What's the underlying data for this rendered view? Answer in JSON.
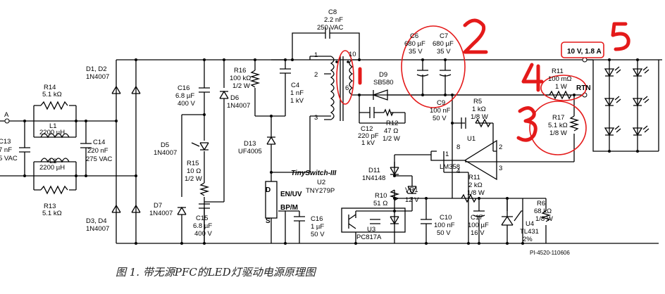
{
  "caption": "图 1. 带无源PFC的LED灯驱动电源原理图",
  "doc_id": "PI-4520-110606",
  "output_spec": "10 V, 1.8 A",
  "rtn_label": "RTN",
  "input_node": "A",
  "annotations": {
    "n1": "1",
    "n2": "2",
    "n3": "3",
    "n4": "4",
    "n5": "5"
  },
  "colors": {
    "annotation": "#e41a1a",
    "wire": "#000000"
  },
  "components": {
    "C8": {
      "ref": "C8",
      "v1": "2.2 nF",
      "v2": "250 VAC"
    },
    "R14": {
      "ref": "R14",
      "v1": "5.1 kΩ"
    },
    "L1": {
      "ref": "L1",
      "v1": "2200 µH"
    },
    "L2": {
      "ref": "L2",
      "v1": "2200 µH"
    },
    "R13": {
      "ref": "R13",
      "v1": "5.1 kΩ"
    },
    "C13": {
      "ref": "C13",
      "v1": "7 nF",
      "v2": "5 VAC"
    },
    "C14": {
      "ref": "C14",
      "v1": "220 nF",
      "v2": "275 VAC"
    },
    "D1D2": {
      "ref": "D1, D2",
      "v1": "1N4007"
    },
    "D3D4": {
      "ref": "D3, D4",
      "v1": "1N4007"
    },
    "C16a": {
      "ref": "C16",
      "v1": "6.8 µF",
      "v2": "400 V"
    },
    "D6": {
      "ref": "D6",
      "v1": "1N4007"
    },
    "D5": {
      "ref": "D5",
      "v1": "1N4007"
    },
    "R15": {
      "ref": "R15",
      "v1": "10 Ω",
      "v2": "1/2 W"
    },
    "D7": {
      "ref": "D7",
      "v1": "1N4007"
    },
    "C15": {
      "ref": "C15",
      "v1": "6.8 µF",
      "v2": "400 V"
    },
    "R16": {
      "ref": "R16",
      "v1": "100 kΩ",
      "v2": "1/2 W"
    },
    "C4": {
      "ref": "C4",
      "v1": "1 nF",
      "v2": "1 kV"
    },
    "D13": {
      "ref": "D13",
      "v1": "UF4005"
    },
    "T1pins": {
      "p1": "1",
      "p2": "2",
      "p3": "3",
      "p6": "6",
      "p10": "10"
    },
    "D9": {
      "ref": "D9",
      "v1": "SB580"
    },
    "C12": {
      "ref": "C12",
      "v1": "220 pF",
      "v2": "1 kV"
    },
    "R12": {
      "ref": "R12",
      "v1": "47 Ω",
      "v2": "1/2 W"
    },
    "C6": {
      "ref": "C6",
      "v1": "680 µF",
      "v2": "35 V"
    },
    "C7": {
      "ref": "C7",
      "v1": "680 µF",
      "v2": "35 V"
    },
    "C9": {
      "ref": "C9",
      "v1": "100 nF",
      "v2": "50 V"
    },
    "R5": {
      "ref": "R5",
      "v1": "1 kΩ",
      "v2": "1/8 W"
    },
    "R11a": {
      "ref": "R11",
      "v1": "100 mΩ",
      "v2": "1 W"
    },
    "R17": {
      "ref": "R17",
      "v1": "5.1 kΩ",
      "v2": "1/8 W"
    },
    "U1": {
      "ref": "U1",
      "v1": "LM358",
      "p8": "8",
      "p1": "1",
      "p2": "2",
      "p3": "3",
      "p4": "4"
    },
    "R11b": {
      "ref": "R11",
      "v1": "2 kΩ",
      "v2": "1/8 W"
    },
    "R6": {
      "ref": "R6",
      "v1": "68 kΩ",
      "v2": "1/8 W"
    },
    "U2": {
      "title": "TinySwitch-III",
      "ref": "U2",
      "v1": "TNY279P",
      "pD": "D",
      "pEN": "EN/UV",
      "pBP": "BP/M",
      "pS": "S"
    },
    "C16b": {
      "ref": "C16",
      "v1": "1 µF",
      "v2": "50 V"
    },
    "D11": {
      "ref": "D11",
      "v1": "1N4148"
    },
    "R10": {
      "ref": "R10",
      "v1": "51 Ω"
    },
    "VR1": {
      "ref": "VR1",
      "v1": "12 V"
    },
    "U3": {
      "ref": "U3",
      "v1": "PC817A"
    },
    "C10": {
      "ref": "C10",
      "v1": "100 nF",
      "v2": "50 V"
    },
    "C17": {
      "ref": "C17",
      "v1": "100 µF",
      "v2": "16 V"
    },
    "U4": {
      "ref": "U4",
      "v1": "TL431",
      "v2": "2%"
    }
  }
}
